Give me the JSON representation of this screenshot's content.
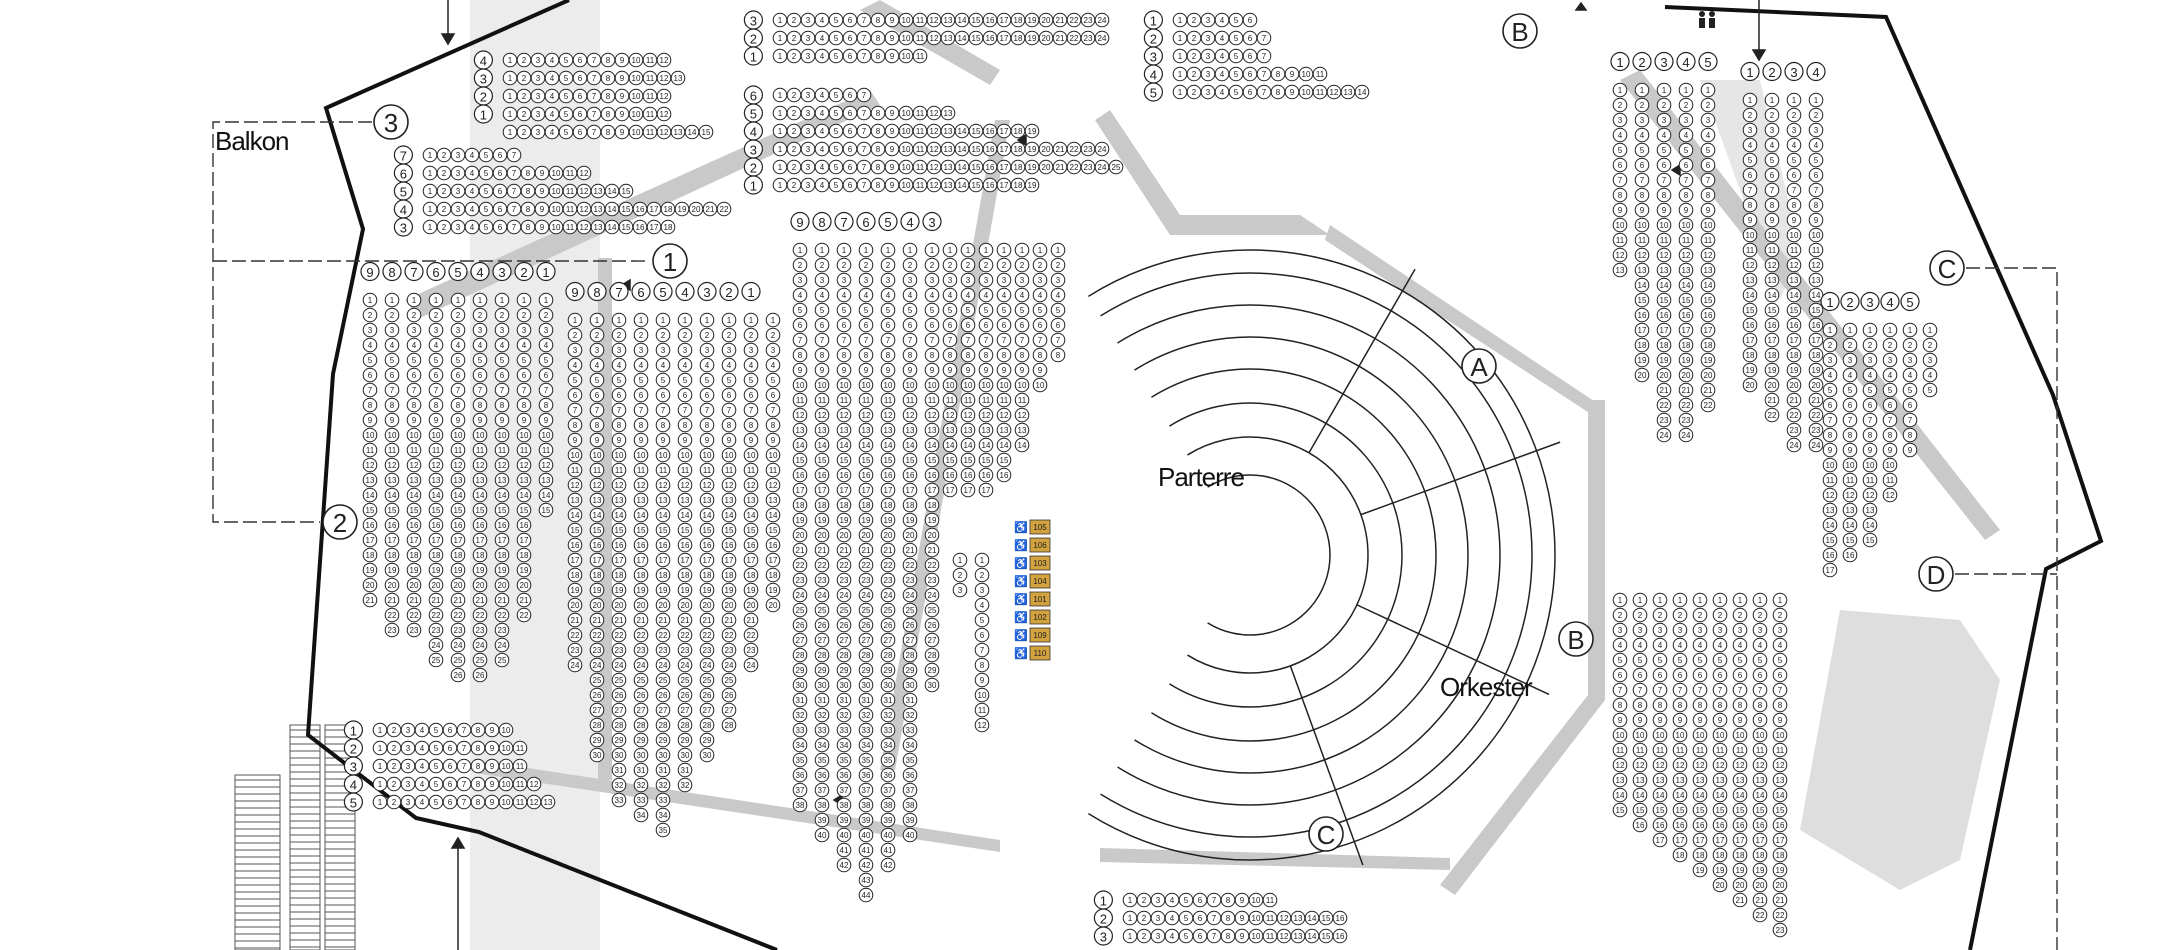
{
  "colors": {
    "teal": "#1fb3b5",
    "purple": "#9a5fa6",
    "pink": "#e5487a",
    "gold": "#d1a23e",
    "walkway": "#c9c9c9",
    "shade": "#ececec",
    "outline": "#111111"
  },
  "areas": {
    "balkon": "Balkon",
    "parterre": "Parterre",
    "orkester": "Orkester"
  },
  "levels": {
    "level_1": "1",
    "level_2": "2",
    "level_3": "3"
  },
  "zones": {
    "a": "A",
    "b_stage": "B",
    "c_stage": "C",
    "b_top": "B",
    "c_right": "C",
    "d_right": "D"
  },
  "wheelchair": [
    {
      "label": "105"
    },
    {
      "label": "106"
    },
    {
      "label": "103"
    },
    {
      "label": "104"
    },
    {
      "label": "101"
    },
    {
      "label": "102"
    },
    {
      "label": "109"
    },
    {
      "label": "110"
    }
  ],
  "sections": [
    {
      "id": "balkon-3-left",
      "rows": [
        7,
        12,
        15,
        22,
        18
      ],
      "row_labels": [
        "7",
        "6",
        "5",
        "4",
        "3"
      ],
      "highlights": [
        [
          3,
          19,
          "teal"
        ],
        [
          4,
          16,
          "teal"
        ]
      ]
    },
    {
      "id": "balkon-3-right",
      "rows": [
        12,
        13,
        12,
        12,
        15
      ],
      "row_labels": [
        "4",
        "3",
        "2",
        "1",
        ""
      ],
      "highlights": [
        [
          0,
          13,
          "purple"
        ],
        [
          0,
          14,
          "purple"
        ],
        [
          1,
          14,
          "purple"
        ]
      ]
    },
    {
      "id": "balkon-2-left",
      "rows": [
        21,
        23,
        23,
        25,
        26,
        26,
        25,
        22,
        15
      ],
      "row_labels": [
        "9",
        "8",
        "7",
        "6",
        "5",
        "4",
        "3",
        "2",
        "1"
      ],
      "highlights": [
        [
          4,
          8,
          "purple"
        ],
        [
          4,
          9,
          "purple"
        ],
        [
          5,
          9,
          "purple"
        ],
        [
          5,
          10,
          "purple"
        ],
        [
          6,
          10,
          "purple"
        ],
        [
          6,
          11,
          "purple"
        ],
        [
          7,
          4,
          "pink"
        ],
        [
          7,
          5,
          "pink"
        ],
        [
          7,
          2,
          "teal"
        ],
        [
          8,
          23,
          "teal"
        ]
      ]
    },
    {
      "id": "balkon-1-centre",
      "rows": [
        24,
        30,
        33,
        34,
        35,
        32,
        30,
        28,
        24,
        20
      ],
      "row_labels": [
        "9",
        "8",
        "7",
        "6",
        "5",
        "4",
        "3",
        "2",
        "1",
        ""
      ],
      "highlights": [
        [
          1,
          31,
          "teal"
        ],
        [
          3,
          25,
          "teal"
        ],
        [
          5,
          18,
          "purple"
        ],
        [
          6,
          19,
          "pink"
        ],
        [
          7,
          5,
          "pink"
        ],
        [
          6,
          4,
          "purple"
        ],
        [
          8,
          2,
          "teal"
        ]
      ]
    },
    {
      "id": "parterre-left",
      "rows": [
        38,
        40,
        42,
        44,
        42,
        40,
        30
      ],
      "row_labels": [
        "9",
        "8",
        "7",
        "6",
        "5",
        "4",
        "3"
      ],
      "highlights": [
        [
          1,
          16,
          "teal"
        ],
        [
          2,
          13,
          "teal"
        ],
        [
          3,
          15,
          "teal"
        ],
        [
          4,
          14,
          "teal"
        ],
        [
          5,
          22,
          "teal"
        ],
        [
          5,
          30,
          "teal"
        ],
        [
          6,
          28,
          "teal"
        ],
        [
          6,
          29,
          "teal"
        ]
      ]
    },
    {
      "id": "parterre-front",
      "rows": [
        17,
        17,
        17,
        16,
        14,
        10,
        8
      ],
      "row_labels": [
        "",
        "",
        "",
        "",
        "",
        "",
        ""
      ],
      "highlights": [
        [
          2,
          1,
          "teal"
        ],
        [
          2,
          2,
          "teal"
        ],
        [
          3,
          1,
          "teal"
        ],
        [
          3,
          2,
          "teal"
        ],
        [
          3,
          3,
          "teal"
        ],
        [
          4,
          1,
          "teal"
        ],
        [
          4,
          2,
          "teal"
        ],
        [
          4,
          3,
          "teal"
        ],
        [
          4,
          4,
          "teal"
        ],
        [
          5,
          5,
          "teal"
        ],
        [
          5,
          6,
          "teal"
        ],
        [
          5,
          7,
          "teal"
        ]
      ]
    },
    {
      "id": "parterre-aisle",
      "rows": [
        3,
        12
      ],
      "row_labels": [
        "",
        ""
      ],
      "highlights": [
        [
          0,
          1,
          "teal"
        ],
        [
          0,
          2,
          "teal"
        ],
        [
          0,
          3,
          "teal"
        ],
        [
          1,
          4,
          "teal"
        ],
        [
          1,
          5,
          "teal"
        ],
        [
          1,
          6,
          "teal"
        ],
        [
          1,
          7,
          "teal"
        ],
        [
          1,
          8,
          "teal"
        ],
        [
          1,
          9,
          "teal"
        ],
        [
          1,
          10,
          "teal"
        ],
        [
          1,
          11,
          "teal"
        ],
        [
          1,
          12,
          "teal"
        ]
      ]
    },
    {
      "id": "upper-centre",
      "rows": [
        7,
        13,
        19,
        24,
        25,
        19
      ],
      "row_labels": [
        "6",
        "5",
        "4",
        "3",
        "2",
        "1"
      ],
      "highlights": [
        [
          3,
          1,
          "pink"
        ],
        [
          3,
          25,
          "pink"
        ],
        [
          4,
          1,
          "teal"
        ],
        [
          4,
          2,
          "pink"
        ]
      ]
    },
    {
      "id": "top-centre",
      "rows": [
        24,
        24,
        11
      ],
      "row_labels": [
        "3",
        "2",
        "1"
      ],
      "highlights": [
        [
          0,
          1,
          "teal"
        ],
        [
          0,
          2,
          "teal"
        ],
        [
          0,
          3,
          "teal"
        ],
        [
          0,
          4,
          "teal"
        ],
        [
          0,
          5,
          "teal"
        ],
        [
          0,
          6,
          "teal"
        ],
        [
          1,
          3,
          "purple"
        ]
      ]
    },
    {
      "id": "right-front",
      "rows": [
        6,
        7,
        7,
        11,
        14
      ],
      "row_labels": [
        "1",
        "2",
        "3",
        "4",
        "5"
      ],
      "highlights": [
        [
          0,
          1,
          "teal"
        ],
        [
          1,
          1,
          "teal"
        ],
        [
          2,
          1,
          "teal"
        ],
        [
          3,
          8,
          "pink"
        ],
        [
          3,
          9,
          "pink"
        ]
      ]
    },
    {
      "id": "right-diagonal",
      "rows": [
        13,
        20,
        24,
        24,
        22
      ],
      "row_labels": [
        "1",
        "2",
        "3",
        "4",
        "5"
      ],
      "highlights": [
        [
          1,
          1,
          "pink"
        ],
        [
          1,
          2,
          "pink"
        ],
        [
          1,
          3,
          "pink"
        ],
        [
          1,
          4,
          "purple"
        ],
        [
          1,
          6,
          "pink"
        ],
        [
          1,
          7,
          "purple"
        ],
        [
          1,
          8,
          "purple"
        ],
        [
          1,
          9,
          "pink"
        ],
        [
          1,
          10,
          "purple"
        ],
        [
          1,
          11,
          "purple"
        ],
        [
          2,
          13,
          "purple"
        ],
        [
          2,
          14,
          "pink"
        ],
        [
          2,
          16,
          "purple"
        ]
      ]
    },
    {
      "id": "right-columns",
      "rows": [
        20,
        22,
        24,
        24
      ],
      "row_labels": [
        "1",
        "2",
        "3",
        "4"
      ],
      "highlights": [
        [
          2,
          5,
          "purple"
        ]
      ]
    },
    {
      "id": "far-right-columns",
      "rows": [
        17,
        16,
        15,
        12,
        9,
        5
      ],
      "row_labels": [
        "1",
        "2",
        "3",
        "4",
        "5",
        ""
      ],
      "highlights": [
        [
          0,
          6,
          "pink"
        ],
        [
          0,
          7,
          "purple"
        ]
      ]
    },
    {
      "id": "bottom-right",
      "rows": [
        15,
        16,
        17,
        18,
        19,
        20,
        21,
        22,
        23
      ],
      "row_labels": [
        "",
        "",
        "",
        "",
        "",
        "",
        "",
        "",
        ""
      ],
      "highlights": [
        [
          2,
          6,
          "purple"
        ]
      ]
    },
    {
      "id": "bottom-centre",
      "rows": [
        11,
        16,
        16
      ],
      "row_labels": [
        "1",
        "2",
        "3"
      ],
      "highlights": [
        [
          1,
          13,
          "purple"
        ],
        [
          2,
          13,
          "purple"
        ],
        [
          1,
          16,
          "teal"
        ]
      ]
    },
    {
      "id": "bottom-left",
      "rows": [
        10,
        11,
        11,
        12,
        13
      ],
      "row_labels": [
        "1",
        "2",
        "3",
        "4",
        "5"
      ],
      "highlights": [
        [
          0,
          1,
          "purple"
        ],
        [
          0,
          3,
          "teal"
        ],
        [
          0,
          5,
          "purple"
        ],
        [
          0,
          7,
          "teal"
        ],
        [
          1,
          9,
          "purple"
        ],
        [
          2,
          8,
          "purple"
        ],
        [
          2,
          9,
          "teal"
        ],
        [
          1,
          12,
          "pink"
        ]
      ]
    }
  ]
}
